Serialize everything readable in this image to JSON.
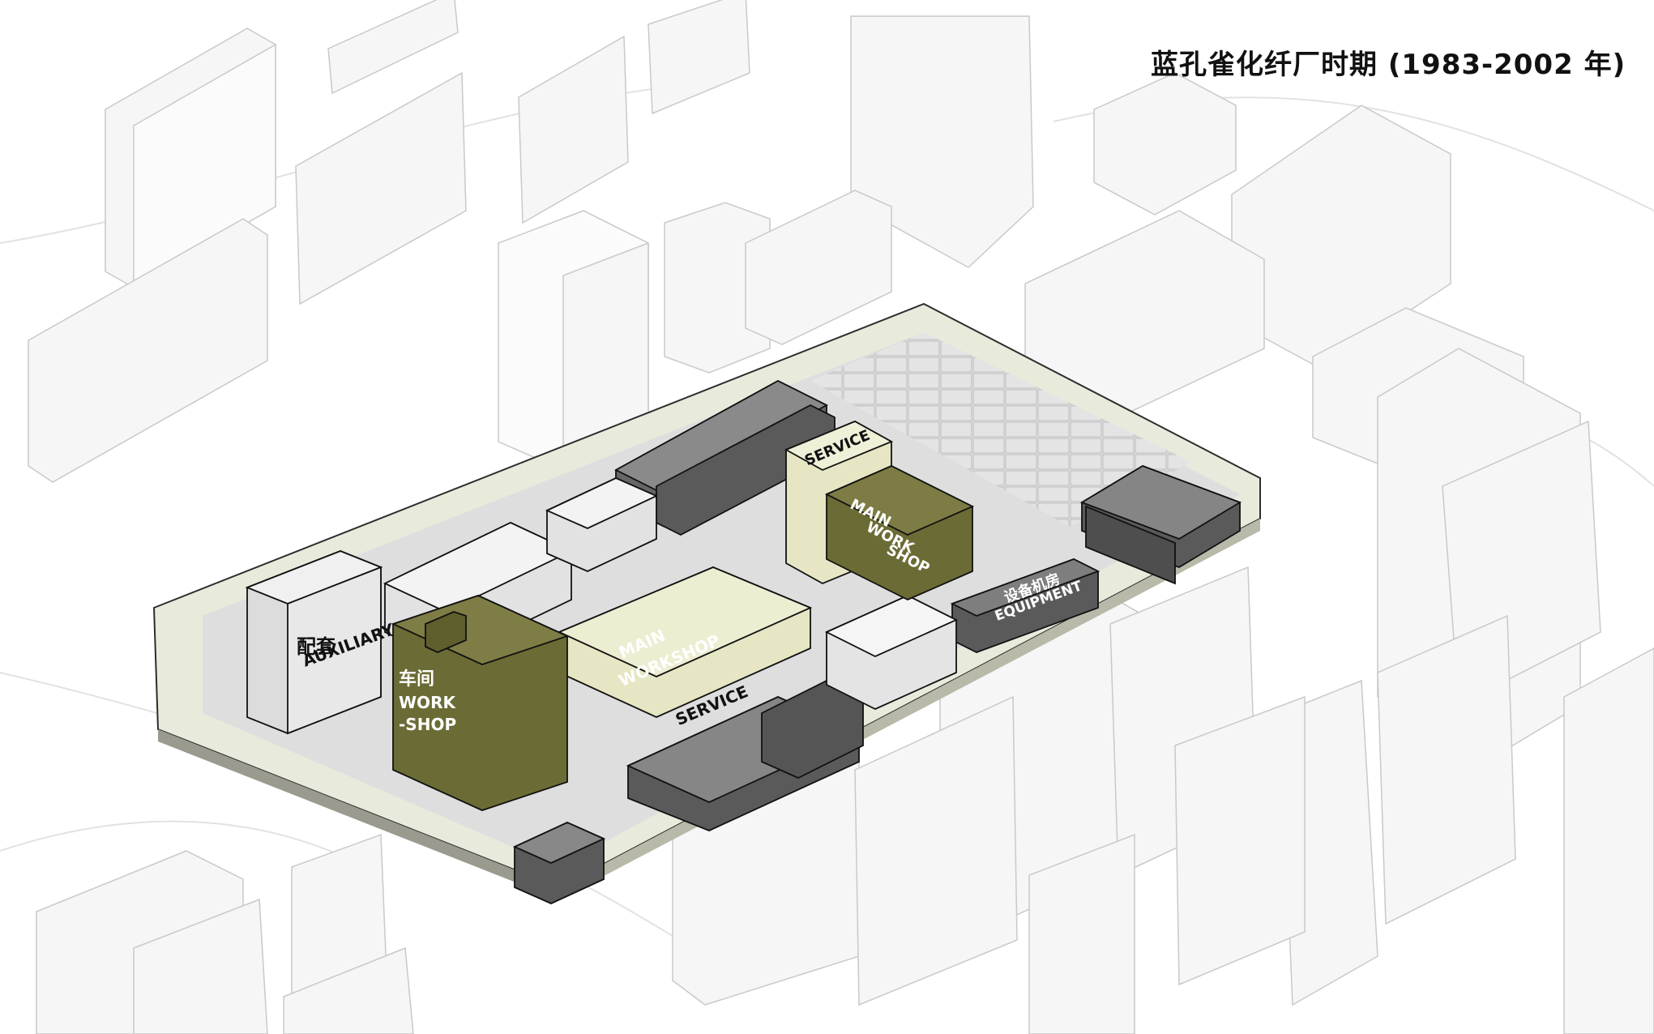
{
  "title": "蓝孔雀化纤厂时期 (1983-2002 年)",
  "colors": {
    "workshop_dark": "#6b6b35",
    "workshop_light": "#e6e6c4",
    "equipment": "#5c5c5c",
    "context": "#f2f2f2",
    "site": "#e9ece0",
    "outline": "#111111"
  },
  "labels": {
    "auxiliary_cn": "配套",
    "auxiliary_en": "AUXILIARY",
    "workshop_cn": "车间",
    "workshop_en_1": "WORK",
    "workshop_en_2": "-SHOP",
    "main_workshop_1": "MAIN",
    "main_workshop_2": "WORKSHOP",
    "service_1": "SERVICE",
    "service_2": "SERVICE",
    "main_work_shop_1": "MAIN",
    "main_work_shop_2": "WORK",
    "main_work_shop_3": "SHOP",
    "equipment_cn": "设备机房",
    "equipment_en": "EQUIPMENT"
  }
}
